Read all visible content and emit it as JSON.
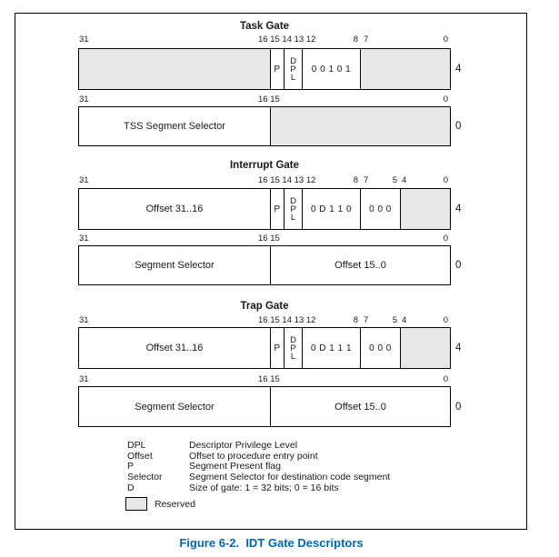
{
  "colors": {
    "reserved-fill": "#e8e8e8",
    "caption-blue": "#0068b0"
  },
  "gates": {
    "task": {
      "title": "Task Gate",
      "row1": {
        "bits31": "31",
        "bits_mid": "16 15 14 13 12",
        "bit8": "8",
        "bit7": "7",
        "bit0": "0",
        "p": "P",
        "dpl": "D\nP\nL",
        "type_bits": "0 0 1 0 1",
        "byte_offset": "4"
      },
      "row2": {
        "bits31": "31",
        "bits16_15": "16 15",
        "bit0": "0",
        "selector": "TSS Segment Selector",
        "byte_offset": "0"
      }
    },
    "interrupt": {
      "title": "Interrupt Gate",
      "row1": {
        "bits31": "31",
        "bits_mid": "16 15 14 13 12",
        "bit8": "8",
        "bit7": "7",
        "bit5": "5",
        "bit4": "4",
        "bit0": "0",
        "offset_high": "Offset 31..16",
        "p": "P",
        "dpl": "D\nP\nL",
        "type_bits": "0 D 1 1 0",
        "zero_bits": "0 0 0",
        "byte_offset": "4"
      },
      "row2": {
        "bits31": "31",
        "bits16_15": "16 15",
        "bit0": "0",
        "selector": "Segment Selector",
        "offset_low": "Offset 15..0",
        "byte_offset": "0"
      }
    },
    "trap": {
      "title": "Trap Gate",
      "row1": {
        "bits31": "31",
        "bits_mid": "16 15 14 13 12",
        "bit8": "8",
        "bit7": "7",
        "bit5": "5",
        "bit4": "4",
        "bit0": "0",
        "offset_high": "Offset 31..16",
        "p": "P",
        "dpl": "D\nP\nL",
        "type_bits": "0 D 1 1 1",
        "zero_bits": "0 0 0",
        "byte_offset": "4"
      },
      "row2": {
        "bits31": "31",
        "bits16_15": "16 15",
        "bit0": "0",
        "selector": "Segment Selector",
        "offset_low": "Offset 15..0",
        "byte_offset": "0"
      }
    }
  },
  "legend": {
    "entries": [
      {
        "term": "DPL",
        "desc": "Descriptor Privilege Level"
      },
      {
        "term": "Offset",
        "desc": "Offset to procedure entry point"
      },
      {
        "term": "P",
        "desc": "Segment Present flag"
      },
      {
        "term": "Selector",
        "desc": "Segment Selector for destination code segment"
      },
      {
        "term": "D",
        "desc": "Size of gate: 1 = 32 bits; 0 = 16 bits"
      }
    ],
    "reserved_label": "Reserved"
  },
  "caption": "Figure 6-2.  IDT Gate Descriptors"
}
